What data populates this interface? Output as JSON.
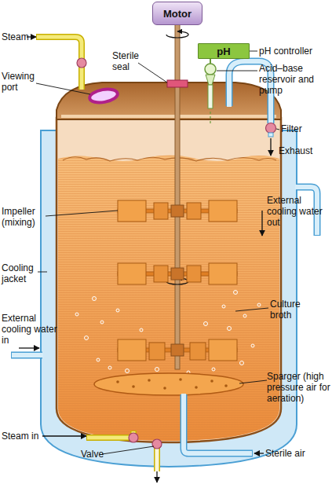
{
  "diagram": {
    "nodes": [
      {
        "text": [
          "Motor"
        ]
      },
      {
        "text": [
          "pH"
        ]
      }
    ],
    "labels": [
      "Steam",
      "Sterile seal",
      "Viewing port",
      "pH controller",
      "Acid–base reservoir and pump",
      "Filter",
      "Exhaust",
      "Impeller (mixing)",
      "External cooling water out",
      "Cooling jacket",
      "Culture broth",
      "External cooling water in",
      "Sparger (high pressure air for aeration)",
      "Steam in",
      "Valve",
      "Sterile air"
    ]
  }
}
